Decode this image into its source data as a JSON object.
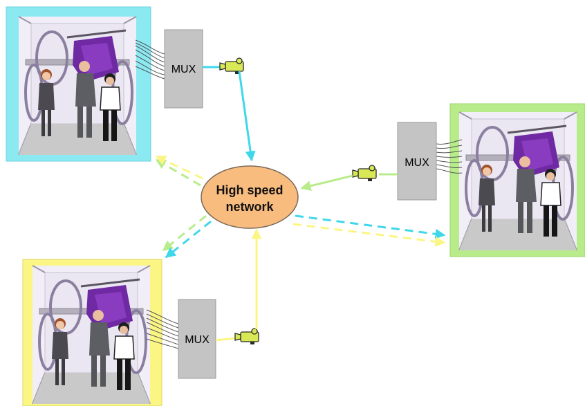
{
  "network": {
    "line1": "High speed",
    "line2": "network"
  },
  "mux": {
    "cyan": "MUX",
    "green": "MUX",
    "yellow": "MUX"
  },
  "colors": {
    "cyan": "#3fd7ea",
    "green": "#b8ec8a",
    "yellow": "#fbf684",
    "network_fill": "#f9bc7f",
    "mux_fill": "#c4c4c4"
  },
  "icons": [
    "video-camera-icon",
    "room-scene-image",
    "mux-box",
    "arrow"
  ]
}
